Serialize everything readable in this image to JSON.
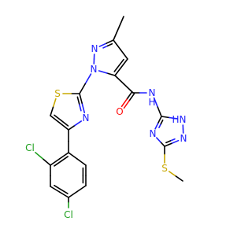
{
  "molecule": {
    "atom_colors": {
      "N": "#2020ff",
      "S": "#c8a800",
      "O": "#ff0d0d",
      "Cl": "#1fa01f",
      "C": "#000000"
    },
    "labels": {
      "pyrazole_n2": "N",
      "pyrazole_n1": "N",
      "thiazole_s": "S",
      "thiazole_n": "N",
      "amide_o": "O",
      "amide_nh": "N",
      "amide_h": "H",
      "triazole_n1": "N",
      "triazole_n1_h": "H",
      "triazole_n2": "N",
      "triazole_n4": "N",
      "methylthio_s": "S",
      "chloro_ortho": "Cl",
      "chloro_para": "Cl"
    }
  }
}
